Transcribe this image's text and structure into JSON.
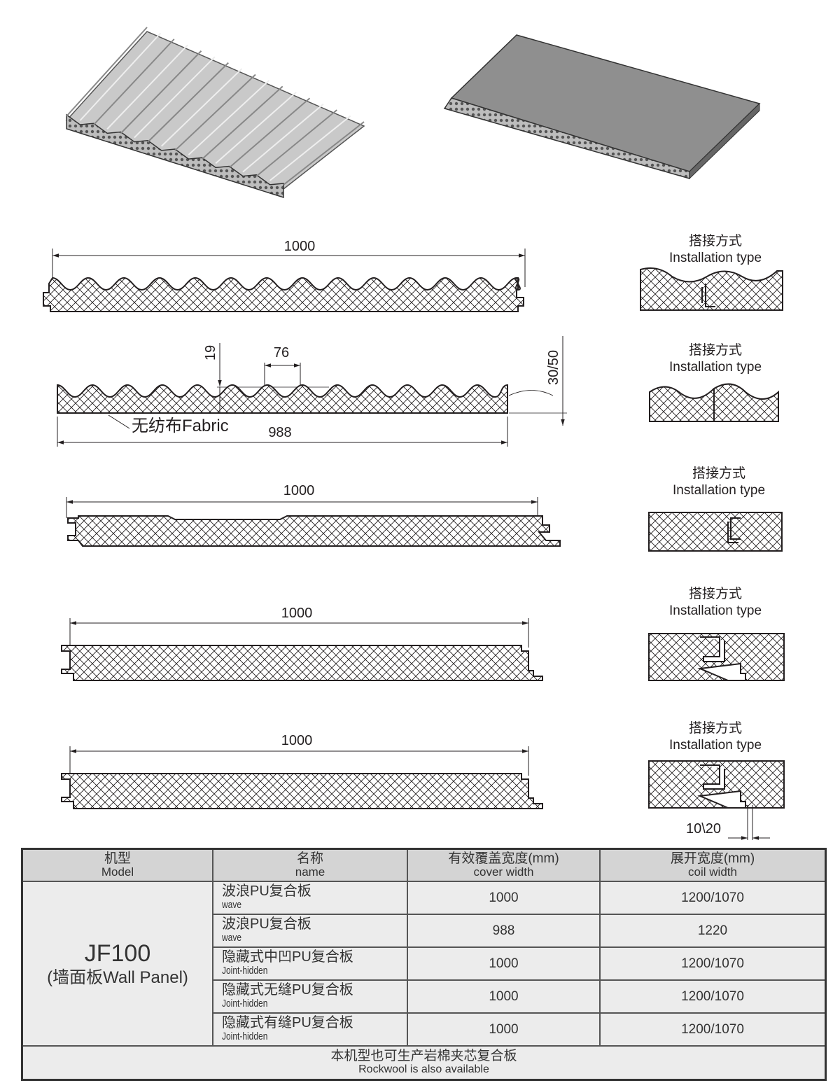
{
  "colors": {
    "line": "#231f20",
    "panel_light": "#c8c8c8",
    "panel_dark": "#8a8a8a",
    "table_header": "#d4d4d4",
    "table_body": "#ececec"
  },
  "drawings": {
    "row1": {
      "width_dim": "1000"
    },
    "row2": {
      "peak_height": "19",
      "pitch": "76",
      "thickness": "30/50",
      "fabric_label": "无纺布Fabric",
      "width_dim": "988"
    },
    "row3": {
      "width_dim": "1000"
    },
    "row4": {
      "width_dim": "1000"
    },
    "row5": {
      "width_dim": "1000",
      "gap_dim": "10\\20"
    }
  },
  "installation": [
    {
      "zh": "搭接方式",
      "en": "Installation type"
    },
    {
      "zh": "搭接方式",
      "en": "Installation type"
    },
    {
      "zh": "搭接方式",
      "en": "Installation type"
    },
    {
      "zh": "搭接方式",
      "en": "Installation type"
    },
    {
      "zh": "搭接方式",
      "en": "Installation type"
    }
  ],
  "table": {
    "headers": [
      {
        "zh": "机型",
        "en": "Model"
      },
      {
        "zh": "名称",
        "en": "name"
      },
      {
        "zh": "有效覆盖宽度(mm)",
        "en": "cover width"
      },
      {
        "zh": "展开宽度(mm)",
        "en": "coil width"
      }
    ],
    "model": {
      "code": "JF100",
      "sub": "(墙面板Wall Panel)"
    },
    "rows": [
      {
        "zh": "波浪PU复合板",
        "en": "wave",
        "cover": "1000",
        "coil": "1200/1070"
      },
      {
        "zh": "波浪PU复合板",
        "en": "wave",
        "cover": "988",
        "coil": "1220"
      },
      {
        "zh": "隐藏式中凹PU复合板",
        "en": "Joint-hidden",
        "cover": "1000",
        "coil": "1200/1070"
      },
      {
        "zh": "隐藏式无缝PU复合板",
        "en": "Joint-hidden",
        "cover": "1000",
        "coil": "1200/1070"
      },
      {
        "zh": "隐藏式有缝PU复合板",
        "en": "Joint-hidden",
        "cover": "1000",
        "coil": "1200/1070"
      }
    ],
    "footer": {
      "zh": "本机型也可生产岩棉夹芯复合板",
      "en": "Rockwool is also available"
    }
  }
}
